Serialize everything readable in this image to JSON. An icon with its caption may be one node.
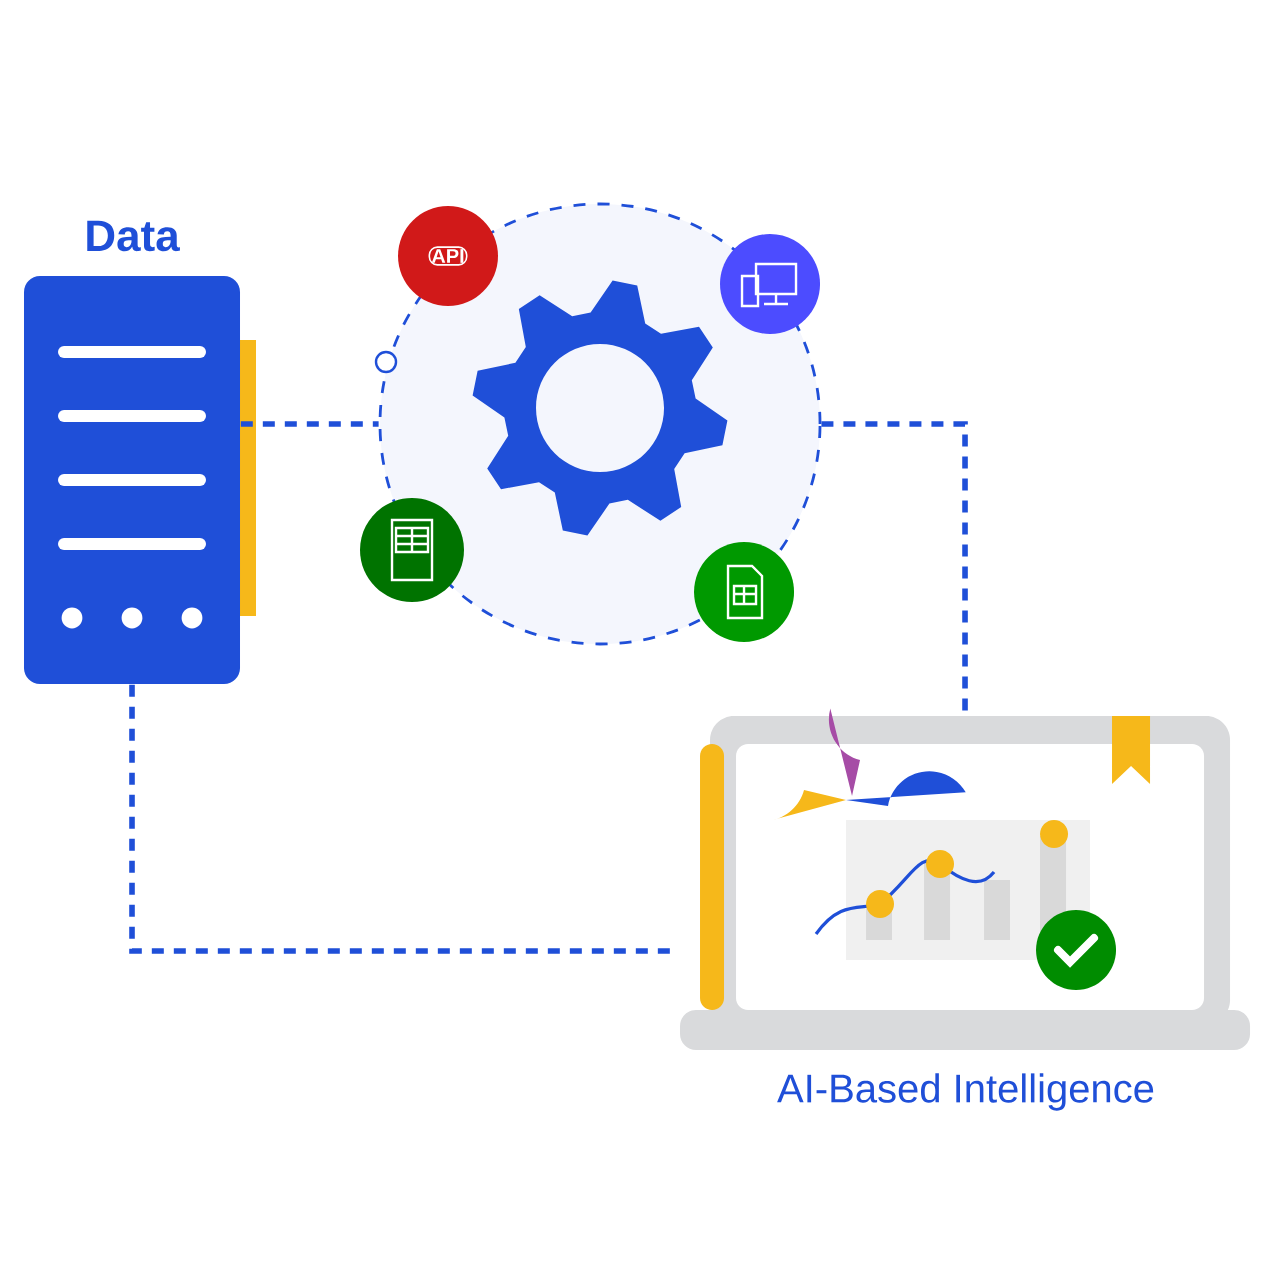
{
  "diagram": {
    "nodes": [
      {
        "text": [
          "Data"
        ]
      },
      {
        "text": [],
        "shape": "circle"
      },
      {
        "text": [
          "AI-Based Intelligence"
        ]
      }
    ],
    "edges": [
      {
        "from": 0,
        "to": 1,
        "arrow": "none",
        "style": "dashed"
      },
      {
        "from": 1,
        "to": 2,
        "arrow": "none",
        "style": "dashed"
      },
      {
        "from": 0,
        "to": 2,
        "arrow": "none",
        "style": "dashed"
      }
    ],
    "labels": [
      "API"
    ]
  }
}
